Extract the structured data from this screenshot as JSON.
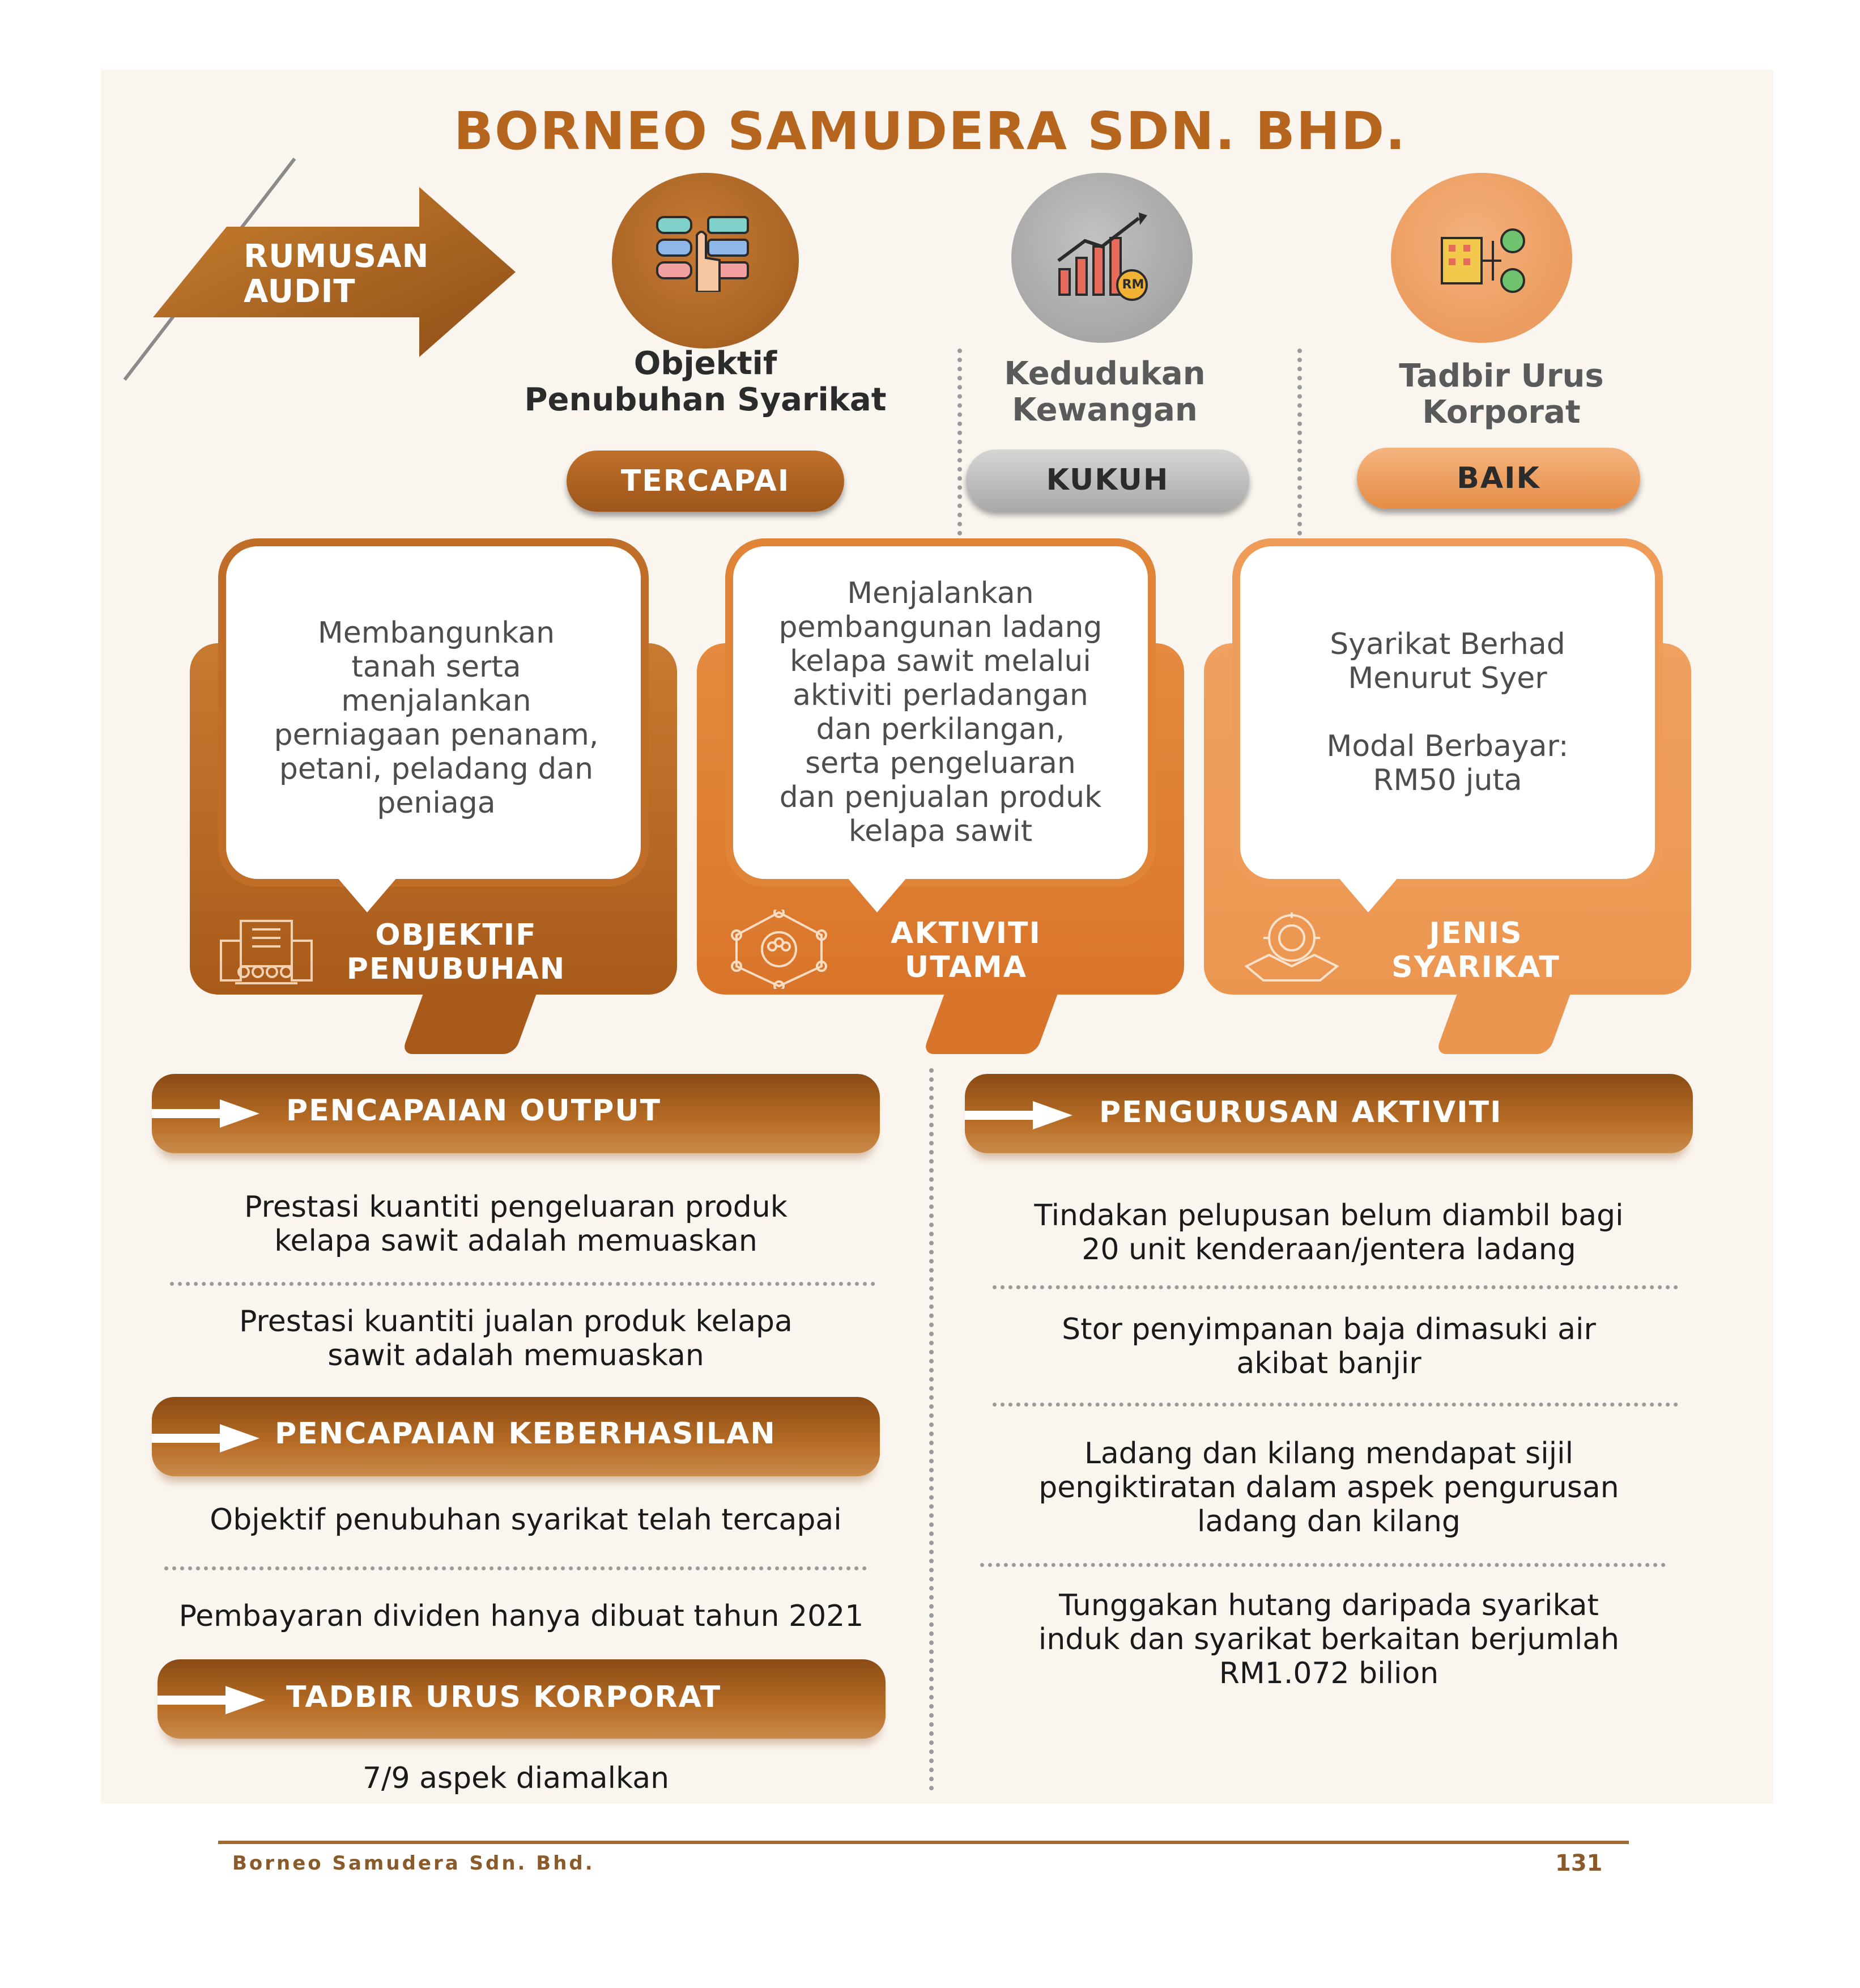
{
  "title": "BORNEO SAMUDERA SDN. BHD.",
  "rumusan": {
    "line1": "RUMUSAN",
    "line2": "AUDIT"
  },
  "categories": [
    {
      "line1": "Objektif",
      "line2": "Penubuhan Syarikat",
      "status": "TERCAPAI",
      "icon": "emotion-feedback-icon"
    },
    {
      "line1": "Kedudukan",
      "line2": "Kewangan",
      "status": "KUKUH",
      "icon": "growth-chart-icon",
      "icon_badge": "RM"
    },
    {
      "line1": "Tadbir Urus",
      "line2": "Korporat",
      "status": "BAIK",
      "icon": "org-structure-icon"
    }
  ],
  "cards": [
    {
      "lines": [
        "Membangunkan",
        "tanah serta",
        "menjalankan",
        "perniagaan penanam,",
        "petani, peladang dan",
        "peniaga"
      ],
      "title1": "OBJEKTIF",
      "title2": "PENUBUHAN",
      "icon": "building-people-icon"
    },
    {
      "lines": [
        "Menjalankan",
        "pembangunan ladang",
        "kelapa sawit melalui",
        "aktiviti perladangan",
        "dan perkilangan,",
        "serta pengeluaran",
        "dan penjualan produk",
        "kelapa sawit"
      ],
      "title1": "AKTIVITI",
      "title2": "UTAMA",
      "icon": "network-people-icon"
    },
    {
      "lines": [
        "Syarikat Berhad",
        "Menurut Syer",
        "",
        "Modal Berbayar:",
        "RM50 juta"
      ],
      "title1": "JENIS",
      "title2": "SYARIKAT",
      "icon": "handshake-gear-icon"
    }
  ],
  "left": {
    "output_title": "PENCAPAIAN OUTPUT",
    "output_items": [
      [
        "Prestasi kuantiti pengeluaran produk",
        "kelapa sawit adalah memuaskan"
      ],
      [
        "Prestasi kuantiti jualan produk kelapa",
        "sawit adalah memuaskan"
      ]
    ],
    "keberhasilan_title": "PENCAPAIAN KEBERHASILAN",
    "keberhasilan_items": [
      "Objektif penubuhan syarikat telah tercapai",
      "Pembayaran dividen hanya dibuat tahun 2021"
    ],
    "tadbir_title": "TADBIR URUS KORPORAT",
    "tadbir_item": "7/9 aspek diamalkan"
  },
  "right": {
    "title": "PENGURUSAN AKTIVITI",
    "items": [
      [
        "Tindakan pelupusan belum diambil bagi",
        "20 unit kenderaan/jentera ladang"
      ],
      [
        "Stor penyimpanan baja dimasuki air",
        "akibat banjir"
      ],
      [
        "Ladang dan kilang mendapat sijil",
        "pengiktiratan dalam aspek pengurusan",
        "ladang dan kilang"
      ],
      [
        "Tunggakan hutang daripada syarikat",
        "induk dan syarikat berkaitan berjumlah",
        "RM1.072 bilion"
      ]
    ]
  },
  "footer": {
    "left": "Borneo Samudera Sdn. Bhd.",
    "page": "131"
  },
  "colors": {
    "brown": "#b5651d",
    "orange": "#e8883f",
    "light_orange": "#f0a564",
    "grey": "#a7a7a7",
    "text_brown": "#8b5a2b"
  }
}
